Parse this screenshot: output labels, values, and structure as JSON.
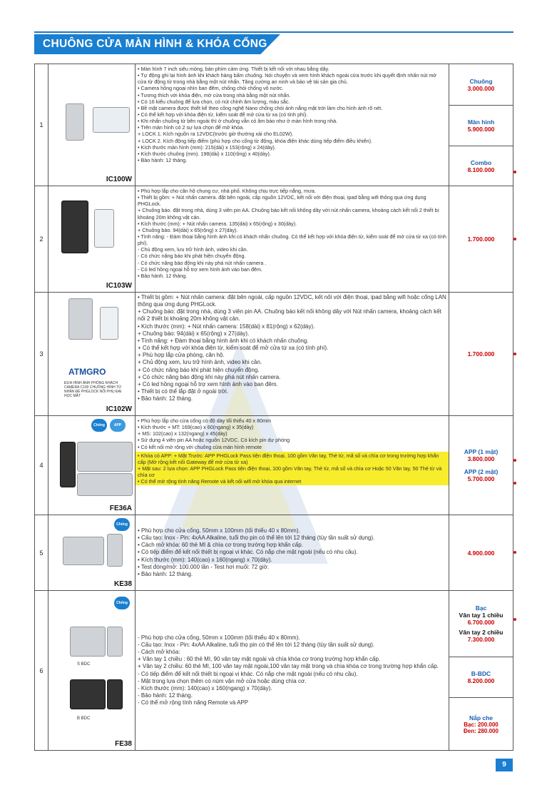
{
  "header": {
    "title": "CHUÔNG CỬA MÀN HÌNH & KHÓA CỔNG"
  },
  "colors": {
    "accent": "#1a7fd0",
    "price": "#cc0000",
    "highlight": "#f7ed2a"
  },
  "rows": [
    {
      "no": "1",
      "model": "IC100W",
      "desc": [
        "• Màn hình 7 inch siêu mỏng, bàn phím cảm ứng. Thiết bị kết nối với nhau bằng dây.",
        "• Tự động ghi lại hình ảnh khi khách hàng bấm chuông. Nói chuyện và xem hình khách ngoài cửa trước khi quyết định nhấn nút mở cửa từ động từ trong nhà bằng một nút nhấn. Tăng cường an ninh và bảo vệ tài sản gia chủ.",
        "• Camera hồng ngoại nhìn ban đêm, chống chói chống vô nước.",
        "• Tương thích với khóa điện, mở cửa trong nhà bằng một nút nhấn.",
        "• Có 16 kiểu chuông để lựa chọn, có nút chỉnh âm lượng, màu sắc.",
        "• Bề mặt camera được thiết kế theo công nghệ Nano chống chói ánh nắng mặt trời làm cho hình ảnh rõ nét.",
        "• Có thể kết hợp với khóa điện từ, kiểm soát để mở cửa từ xa (có tính phí).",
        "• Khi nhấn chuông từ bên ngoài thì ở chuông vẫn có âm báo như ở màn hình trong nhà.",
        "• Trên màn hình có 2 sự lựa chọn để mở khóa.",
        "+ LOCK 1. Kích nguồn ra 12VDC(trước giờ thường xài cho EL02W).",
        "+ LOCK 2. Kích động tiếp điểm (phù hợp cho cổng từ động, khóa điện khác dùng tiếp điểm điều khiển).",
        "• Kích thước màn hình (mm): 215(dài) x 153(rộng) x 24(dày).",
        "• Kích thước chuông (mm). 198(dài) x 110(rộng) x 40(dày).",
        "• Bảo hành: 12 tháng."
      ],
      "prices": [
        {
          "label": "Chuông",
          "value": "3.000.000"
        },
        {
          "label": "Màn hình",
          "value": "5.900.000"
        },
        {
          "label": "Combo",
          "value": "8.100.000"
        }
      ]
    },
    {
      "no": "2",
      "model": "IC103W",
      "desc": [
        "• Phù hợp lắp cho căn hộ chung cư, nhà phố. Không chịu trực tiếp nắng, mưa.",
        "• Thiết bị gồm: + Nút nhấn camera. đặt bên ngoài, cấp nguồn 12VDC, kết nối với điện thoại, ipad bằng wifi thông qua ứng dụng PHGLock.",
        "                  + Chuông báo. đặt trong nhà, dùng 3 viên pin AA. Chuông báo kết nối không dây với nút nhấn camera, khoảng cách kết nối 2 thiết bị khoảng 20m không vật cản.",
        "• Kích thước (mm): + Nút nhấn camera. 135(dài) x 65(rộng) x 30(dày).",
        "                  + Chuông báo. 94(dài) x 65(rộng) x 27(dày).",
        "• Tính năng: - Đàm thoại bằng hình ảnh khi có khách nhấn chuông. Có thể kết hợp với khóa điện từ, kiểm soát để mở cửa từ xa (có tính phí).",
        "                  - Chủ động xem, lưu trữ hình ảnh, video khi cần.",
        "                  - Có chức năng báo khi phát hiện chuyển động.",
        "                  - Có chức năng báo động khi này phá nút nhấn camera .",
        "                  - Có led hồng ngoại hỗ trợ xem hình ảnh vào ban đêm.",
        "• Bảo hành. 12 tháng."
      ],
      "prices": [
        {
          "label": "",
          "value": "1.700.000"
        }
      ]
    },
    {
      "no": "3",
      "model": "IC102W",
      "brand": "ATMGRO",
      "brand_note": "ĐƯA HÌNH ẢNH PHÓNG KHÁCH CAMERA C100 CHUÔNG HÌNH TỪ NHẬN ĐỂ PHGLOCK NỐI PHỤ ĐẠI HỌC MẮT",
      "desc": [
        "• Thiết bị gồm: + Nút nhấn camera: đặt bên ngoài, cấp nguồn 12VDC, kết nối với điện thoại, ipad bằng wifi hoặc cổng LAN thông qua ứng dụng PHGLock.",
        "                  + Chuông báo: đặt trong nhà, dùng 3 viên pin AA. Chuông báo kết nối không dây với Nút nhấn camera, khoảng cách kết nối 2 thiết bị khoảng 20m không vật cản.",
        "• Kích thước (mm): + Nút nhấn camera: 158(dài) x 81(rộng) x 62(dày).",
        "                  + Chuông báo: 94(dài) x 65(rộng) x 27(dày).",
        "• Tính năng: + Đàm thoại bằng hình ảnh khi có khách nhấn chuông.",
        "                  + Có thể kết hợp với khóa điện từ, kiểm soát để mở cửa từ xa (có tính phí).",
        "                  + Phù hợp lắp cửa phòng, căn hộ.",
        "                  + Chủ động xem, lưu trữ hình ảnh, video khi cần.",
        "                  + Có chức năng báo khi phát hiện chuyển động.",
        "                  + Có chức năng báo động khi này phá nút nhấn camera.",
        "                  + Có led hồng ngoại hỗ trợ xem hình ảnh vào ban đêm.",
        "• Thiết bị có thể lắp đặt ở ngoài trời.",
        "• Bảo hành: 12 tháng."
      ],
      "prices": [
        {
          "label": "",
          "value": "1.700.000"
        }
      ]
    },
    {
      "no": "4",
      "model": "FE36A",
      "badges": [
        "Chống nước",
        "APP"
      ],
      "desc": [
        "• Phù hợp lắp cho cửa cổng có độ dày tối thiểu 40 x 80mm",
        "• Kích thước + MT: 169(cao) x 60(ngang) x 35(dày)",
        "                  + MS: 102(cao) x 132(ngang) x 45(dày)",
        "• Sử dụng 4 viên pin AA hoặc nguồn 12VDC. Có kích pin dự phòng",
        "• Có kết nối mở rộng với chuông cửa màn hình remote"
      ],
      "desc_hl": [
        "• Khóa có APP: + Mặt Trước: APP PHGLock Pass tiện điện thoại, 100 gồm Vân tay, Thẻ từ, mã số và chìa cơ trong trường hợp khẩn cấp (Mở rộng kết nối Gateway để mở cửa từ xa)",
        "                  + Mặt sau: 2 lựa chọn: APP PHGLock Pass tiện điện thoại, 100 gồm Vân tay, Thẻ từ, mã số và chìa cơ Hoặc 50 Vân tay, 50 Thẻ từ và chìa cơ",
        "• Có thể mở rộng tính năng Remote và kết nối wifi mở khóa qua internet"
      ],
      "prices": [
        {
          "label": "APP (1 mặt)",
          "value": "3.800.000"
        },
        {
          "label": "APP (2 mặt)",
          "value": "5.700.000"
        }
      ]
    },
    {
      "no": "5",
      "model": "KE38",
      "badges": [
        "Chống nước"
      ],
      "desc": [
        "• Phù hợp cho cửa cổng, 50mm x 100mm (tối thiểu 40 x 80mm).",
        "• Cấu tạo: Inox - Pin: 4xAA Alkaline, tuổi thọ pin có thể lên tới 12 tháng (tùy tần suất sử dụng).",
        "• Cách mở khóa: 60 thẻ MI & chìa cơ trong trường hợp khẩn cấp.",
        "• Có tiếp điểm để kết nối thiết bị ngoại vi khác. Có nắp che mặt ngoài (nếu có nhu cầu).",
        "• Kích thước (mm): 140(cao) x 160(ngang) x 70(dày).",
        "• Test đóng/mở: 100.000 lần - Test hơi muối: 72 giờ.",
        "• Bảo hành: 12 tháng."
      ],
      "prices": [
        {
          "label": "",
          "value": "4.900.000"
        }
      ]
    },
    {
      "no": "6",
      "model": "FE38",
      "badges": [
        "Chống nước"
      ],
      "variant_labels": [
        "S BDC",
        "B BDC"
      ],
      "desc": [
        "- Phù hợp cho cửa cổng, 50mm x 100mm (tối thiểu 40 x 80mm).",
        "- Cấu tạo: Inox - Pin: 4xAA Alkaline, tuổi thọ pin có thể lên tới 12 tháng (tùy tần suất sử dụng).",
        "- Cách mở khóa:",
        "     + Vân tay 1 chiều : 60 thẻ MI, 90 vân tay mặt ngoài và chìa khóa cơ trong trường hợp khẩn cấp.",
        "     + Vân tay 2 chiều: 60 thẻ MI, 100 vân tay mặt ngoài,100 vân tay mặt trong và chìa khóa cơ trong trường hợp khẩn cấp.",
        "- Có tiếp điểm để kết nối thiết bị ngoại vi khác. Có nắp che mặt ngoài (nếu có nhu cầu).",
        "- Mặt trong lựa chọn thêm có núm vặn mở cửa hoặc dùng chìa cơ.",
        "- Kích thước (mm): 140(cao) x 160(ngang) x 70(dày).",
        "- Bảo hành: 12 tháng.",
        "- Có thể mở rộng tính năng Remote và APP"
      ],
      "prices": [
        {
          "label": "Bạc",
          "value": ""
        },
        {
          "label": "Vân tay 1 chiều",
          "value": "6.700.000"
        },
        {
          "label": "Vân tay 2 chiều",
          "value": "7.300.000"
        },
        {
          "label": "B-BDC",
          "value": "8.200.000"
        },
        {
          "label": "Nắp che",
          "value": ""
        },
        {
          "label": "",
          "value": "Bạc: 200.000"
        },
        {
          "label": "",
          "value": "Đen: 280.000"
        }
      ]
    }
  ],
  "page_number": "9"
}
